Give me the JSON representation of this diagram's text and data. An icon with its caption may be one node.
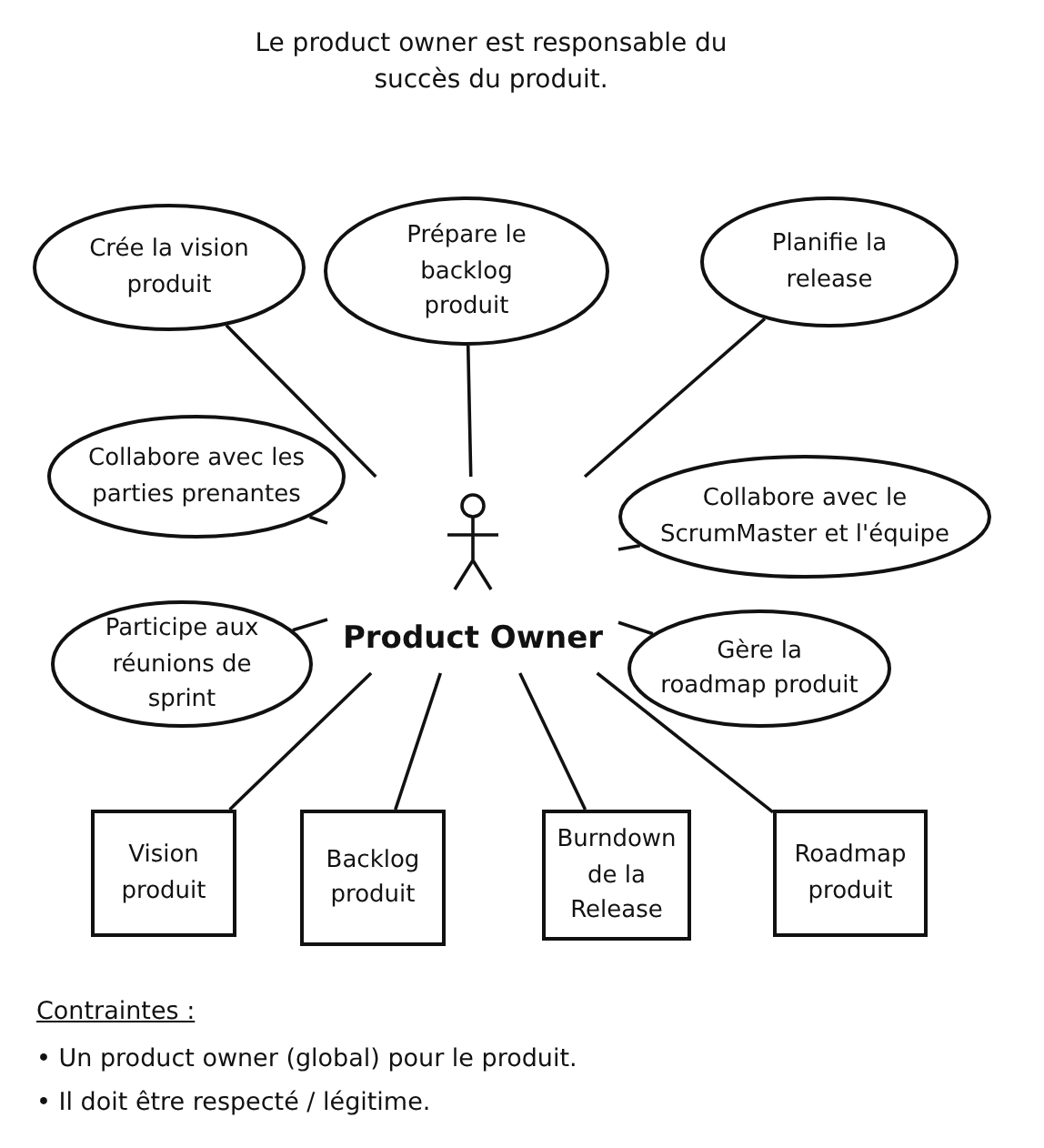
{
  "diagram": {
    "title": "Le product owner est responsable du succès du produit.",
    "nodes": [
      {
        "text": [
          "Product Owner"
        ]
      },
      {
        "text": [
          "Crée la vision produit"
        ]
      },
      {
        "text": [
          "Prépare le backlog produit"
        ]
      },
      {
        "text": [
          "Planifie la release"
        ]
      },
      {
        "text": [
          "Collabore avec les parties prenantes"
        ]
      },
      {
        "text": [
          "Collabore avec le ScrumMaster et l'équipe"
        ]
      },
      {
        "text": [
          "Participe aux réunions de sprint"
        ]
      },
      {
        "text": [
          "Gère la roadmap produit"
        ]
      },
      {
        "text": [
          "Vision produit"
        ]
      },
      {
        "text": [
          "Backlog produit"
        ]
      },
      {
        "text": [
          "Burndown de la Release"
        ]
      },
      {
        "text": [
          "Roadmap produit"
        ]
      }
    ],
    "edges": [
      {
        "from": 0,
        "to": 1,
        "arrow": "none"
      },
      {
        "from": 0,
        "to": 2,
        "arrow": "none"
      },
      {
        "from": 0,
        "to": 3,
        "arrow": "none"
      },
      {
        "from": 0,
        "to": 4,
        "arrow": "none"
      },
      {
        "from": 0,
        "to": 5,
        "arrow": "none"
      },
      {
        "from": 0,
        "to": 6,
        "arrow": "none"
      },
      {
        "from": 0,
        "to": 7,
        "arrow": "none"
      },
      {
        "from": 0,
        "to": 8,
        "arrow": "none"
      },
      {
        "from": 0,
        "to": 9,
        "arrow": "none"
      },
      {
        "from": 0,
        "to": 10,
        "arrow": "none"
      },
      {
        "from": 0,
        "to": 11,
        "arrow": "none"
      }
    ],
    "labels": [
      "Contraintes :",
      "• Un product owner (global) pour le produit.",
      "• Il doit être respecté / légitime."
    ]
  }
}
